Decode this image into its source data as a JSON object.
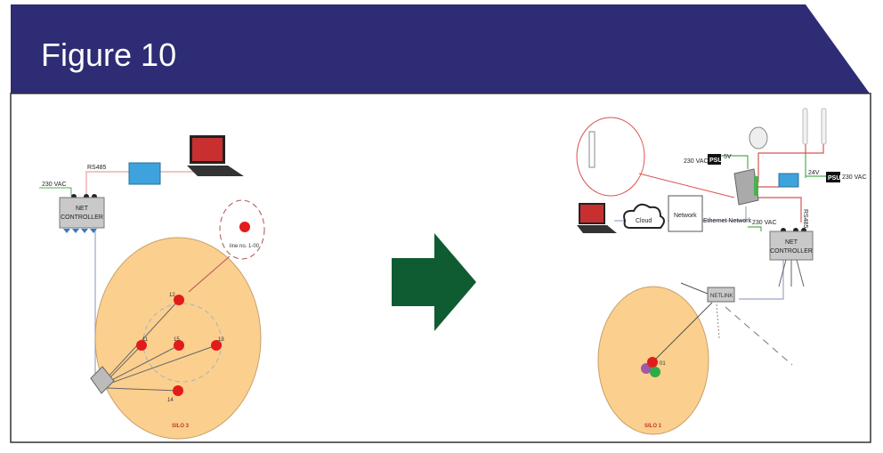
{
  "header": {
    "title": "Figure 10"
  },
  "colors": {
    "header_bg": "#2d2c74",
    "arrow": "#0f5c32",
    "silo": "#fbcf8e",
    "sensor": "#e21b1b",
    "cable_red": "#d9534f",
    "cable_green": "#4caf50"
  },
  "before": {
    "rs485": "RS485",
    "vac": "230 VAC",
    "controller": [
      "NET",
      "CONTROLLER"
    ],
    "detail": "line no. 1-00",
    "sensors": [
      "12",
      "11",
      "15",
      "13",
      "14"
    ],
    "silo": "SILO 3"
  },
  "after": {
    "vac_left": "230 VAC",
    "psu_left": "PSU",
    "v5": "5V",
    "v24": "24V",
    "psu_right": "PSU",
    "vac_right": "230 VAC",
    "cloud": "Cloud",
    "network": "Network",
    "ethernet": "Ethernet Network",
    "vac_ctrl": "230 VAC",
    "rs485": "RS485",
    "controller": [
      "NET",
      "CONTROLLER"
    ],
    "netlink": "NETLINK",
    "sensor": "01",
    "silo": "SILO 1"
  }
}
